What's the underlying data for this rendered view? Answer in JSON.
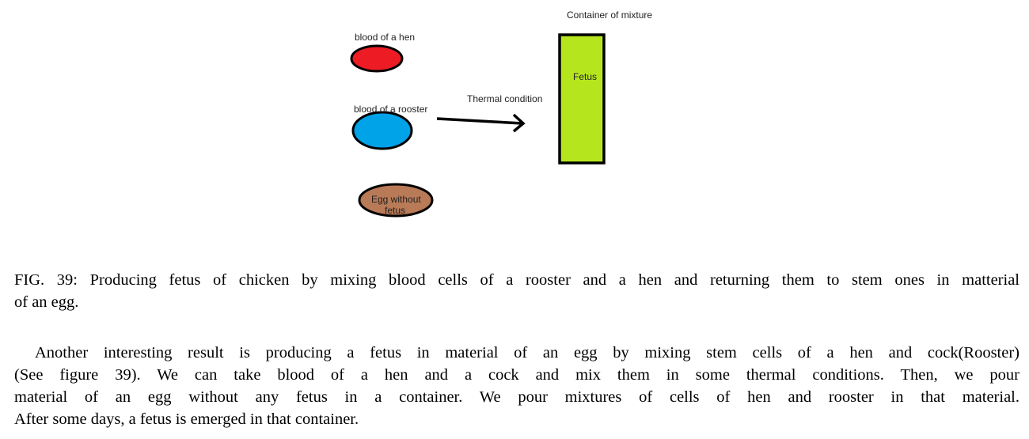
{
  "figure": {
    "labels": {
      "container": "Container of mixture",
      "hen": "blood of a hen",
      "rooster": "blood of a rooster",
      "thermal": "Thermal condition",
      "fetus": "Fetus",
      "egg_line1": "Egg without",
      "egg_line2": "fetus"
    },
    "colors": {
      "hen": "#ed1c24",
      "rooster": "#00a2e8",
      "egg": "#b97a57",
      "container": "#b5e61d"
    }
  },
  "caption": {
    "line1": "FIG. 39: Producing fetus of chicken by mixing blood cells of a rooster and a hen and returning them to stem ones in matterial",
    "line2": "of an egg."
  },
  "paragraph": {
    "line1": "Another interesting result is producing a fetus in material of an egg by mixing stem cells of a hen and cock(Rooster)",
    "line2": "(See figure 39). We can take blood of a hen and a cock and mix them in some thermal conditions. Then, we pour",
    "line3": "material of an egg without any fetus in a container. We pour mixtures of cells of hen and rooster in that material.",
    "line4": "After some days, a fetus is emerged in that container."
  }
}
